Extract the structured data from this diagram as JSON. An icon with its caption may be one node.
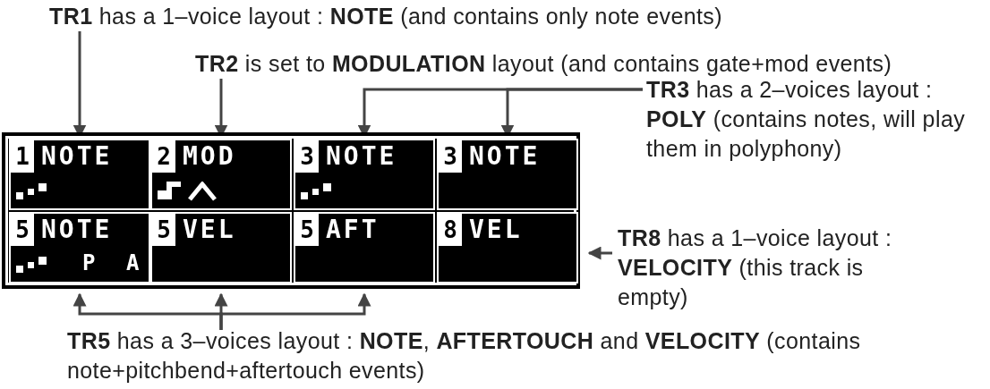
{
  "diagram": {
    "nodes": [
      {
        "text": [
          "**TR1** has a 1–voice layout : **NOTE** (and contains only note events)"
        ]
      },
      {
        "text": [
          "**TR2** is set to **MODULATION** layout (and contains gate+mod events)"
        ]
      },
      {
        "text": [
          "**TR3** has a 2–voices layout : **POLY** (contains notes, will play them in polyphony)"
        ]
      },
      {
        "text": [],
        "shape": "box"
      },
      {
        "text": [
          "1",
          "NOTE"
        ],
        "in": 3
      },
      {
        "text": [
          "2",
          "MOD"
        ],
        "in": 3
      },
      {
        "text": [
          "3",
          "NOTE"
        ],
        "in": 3
      },
      {
        "text": [
          "3",
          "NOTE"
        ],
        "in": 3
      },
      {
        "text": [
          "5",
          "NOTE",
          "P A"
        ],
        "in": 3
      },
      {
        "text": [
          "5",
          "VEL"
        ],
        "in": 3
      },
      {
        "text": [
          "5",
          "AFT"
        ],
        "in": 3
      },
      {
        "text": [
          "8",
          "VEL"
        ],
        "in": 3
      },
      {
        "text": [
          "**TR8** has a 1–voice layout : **VELOCITY** (this track is empty)"
        ]
      },
      {
        "text": [
          "**TR5** has a 3–voices layout : **NOTE**, **AFTERTOUCH** and **VELOCITY** (contains note+pitchbend+aftertouch events)"
        ]
      }
    ],
    "edges": [
      {
        "from": 0,
        "to": 4,
        "arrow": "to"
      },
      {
        "from": 1,
        "to": 5,
        "arrow": "to"
      },
      {
        "from": 2,
        "to": 6,
        "arrow": "to"
      },
      {
        "from": 2,
        "to": 7,
        "arrow": "to"
      },
      {
        "from": 12,
        "to": 11,
        "arrow": "to"
      },
      {
        "from": 13,
        "to": 8,
        "arrow": "to"
      },
      {
        "from": 13,
        "to": 9,
        "arrow": "to"
      },
      {
        "from": 13,
        "to": 10,
        "arrow": "to"
      }
    ]
  }
}
